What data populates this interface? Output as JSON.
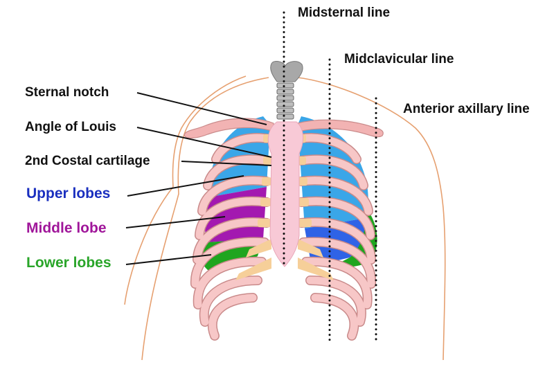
{
  "labels": {
    "midsternal_line": "Midsternal line",
    "midclavicular_line": "Midclavicular line",
    "anterior_axillary_line": "Anterior axillary line",
    "sternal_notch": "Sternal notch",
    "angle_of_louis": "Angle of Louis",
    "costal_cartilage": "2nd Costal cartilage",
    "upper_lobes": "Upper lobes",
    "middle_lobe": "Middle lobe",
    "lower_lobes": "Lower lobes"
  },
  "colors": {
    "text": "#111111",
    "upper_lobes": "#1a2fbf",
    "middle_lobe": "#a0169a",
    "lower_lobes": "#2aa52a",
    "rib": "#f2b3b3",
    "rib_outline": "#c98a8a",
    "cartilage": "#f6cf99",
    "sternum": "#f8c9d6",
    "lung_upper": "#3aa6e8",
    "lung_middle": "#a319b0",
    "lung_lower": "#1fa51f",
    "lung_blue_low": "#2f63e6",
    "body_outline": "#e6a070",
    "trachea": "#a8a8a8"
  }
}
